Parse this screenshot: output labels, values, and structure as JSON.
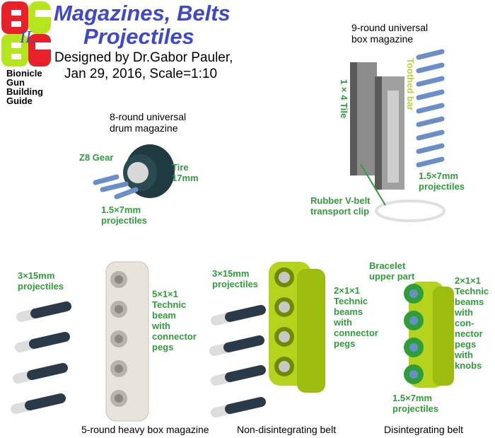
{
  "logo": {
    "letters": "BGBG",
    "roman": "II.",
    "name_lines": [
      "Bionicle",
      "Gun",
      "Building",
      "Guide"
    ],
    "colors": {
      "red": "#e8202a",
      "lime": "#b5e61d"
    }
  },
  "header": {
    "title_line1": "Magazines, Belts",
    "title_line2": "Projectiles",
    "designer": "Designed by Dr.Gabor Pauler,",
    "date_scale": "Jan 29, 2016, Scale=1:10"
  },
  "colors": {
    "title": "#3f48cc",
    "label": "#2e9e3a",
    "toothed_label": "#b5d63a",
    "part_grey": "#8c8c8c",
    "part_lime": "#b5d21d",
    "projectile_blue": "#6a8fc8"
  },
  "box_magazine": {
    "caption_line1": "9-round universal",
    "caption_line2": "box magazine",
    "tile_label": "1×4 Tile",
    "toothed_label": "Toothed bar",
    "projectiles_line1": "1.5×7mm",
    "projectiles_line2": "projectiles",
    "clip_line1": "Rubber V-belt",
    "clip_line2": "transport clip"
  },
  "drum_magazine": {
    "caption_line1": "8-round universal",
    "caption_line2": "drum magazine",
    "gear_label": "Z8 Gear",
    "tire_line1": "Tire",
    "tire_line2": "17mm",
    "projectiles_line1": "1.5×7mm",
    "projectiles_line2": "projectiles"
  },
  "heavy_box": {
    "projectiles_line1": "3×15mm",
    "projectiles_line2": "projectiles",
    "beam_lines": [
      "5×1×1",
      "Technic",
      "beam",
      "with",
      "connector",
      "pegs"
    ],
    "caption": "5-round heavy box magazine"
  },
  "non_disintegrating": {
    "projectiles_line1": "3×15mm",
    "projectiles_line2": "projectiles",
    "beam_lines": [
      "2×1×1",
      "Technic",
      "beams",
      "with",
      "connector",
      "pegs"
    ],
    "caption": "Non-disintegrating belt"
  },
  "disintegrating": {
    "bracelet_line1": "Bracelet",
    "bracelet_line2": "upper part",
    "beam_lines": [
      "2×1×1",
      "Technic",
      "beams",
      "with",
      "con-",
      "nector",
      "pegs",
      "with",
      "knobs"
    ],
    "projectiles_line1": "1.5×7mm",
    "projectiles_line2": "projectiles",
    "caption": "Disintegrating belt"
  }
}
